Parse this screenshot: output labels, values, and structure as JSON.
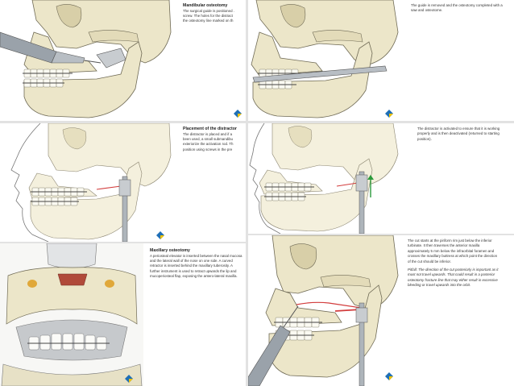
{
  "panels": [
    {
      "id": "mandibular-osteotomy",
      "title": "Mandibular osteotomy",
      "body": [
        "The surgical guide is positioned .",
        "screw. The holes for the distract",
        "the osteotomy line marked on th"
      ]
    },
    {
      "id": "guide-removed",
      "title": "",
      "body": [
        "The guide is removed and the osteotomy completed with a",
        "saw and osteotome."
      ]
    },
    {
      "id": "placement-distractor",
      "title": "Placement of the distractor",
      "body": [
        "The distractor is placed and if a",
        "been used, a small submandibu",
        "exteriorize the activation rod. Th",
        "position using screws in the pre"
      ]
    },
    {
      "id": "distractor-activated",
      "title": "",
      "body": [
        "The distractor is activated to ensure that it is working",
        "properly and is then deactivated (returned to starting",
        "position)."
      ]
    },
    {
      "id": "maxillary-osteotomy",
      "title": "Maxillary osteotomy",
      "body": [
        "A periosteal elevator is inserted between the nasal mucosa",
        "and the lateral wall of the nose on one side. A curved",
        "retractor is inserted behind the maxillary tuberosity. A",
        "further instrument is used to retract upwards the lip and",
        "mucoperiosteal flap, exposing the antero-lateral maxilla."
      ]
    },
    {
      "id": "cut-starts",
      "title": "",
      "body": [
        "The cut starts at the piriform rim just below the inferior",
        "turbinate. It then traverses the anterior maxilla",
        "approximately 5 mm below the infraorbital foramen and",
        "crosses the maxillary buttress at which point the direction",
        "of the cut should be inferior."
      ],
      "pitfall": [
        "Pitfall: The direction of the cut posteriorly is important as it",
        "must not travel upwards. That could result in a posterior",
        "osteotomy fracture line that may either result in excessive",
        "bleeding or travel upwards into the orbit."
      ]
    }
  ],
  "colors": {
    "bone": "#ece6c9",
    "bone_stroke": "#6f6a55",
    "metal": "#9aa2aa",
    "cut_line": "#d23c3c",
    "logo_blue": "#1f6fb5",
    "logo_yellow": "#f2c200"
  }
}
